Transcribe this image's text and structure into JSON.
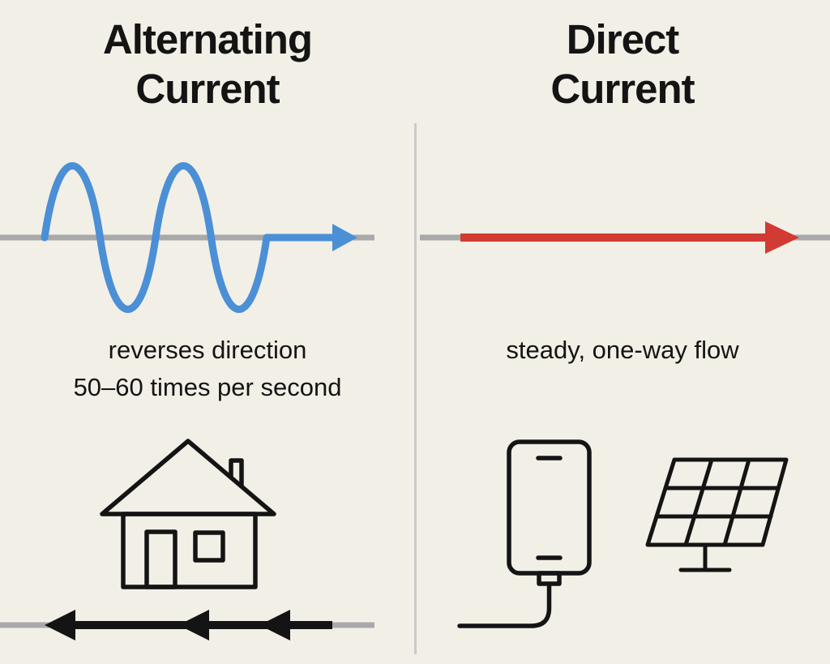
{
  "colors": {
    "background": "#f2efe6",
    "ink": "#141414",
    "baseline_gray": "#a9a9a9",
    "ac_blue": "#4b8fd6",
    "dc_red": "#d23b33",
    "divider": "#cbcbcb"
  },
  "ac_panel": {
    "title_line1": "Alternating",
    "title_line2": "Current",
    "caption_line1": "reverses direction",
    "caption_line2": "50–60 times per second",
    "icons": {
      "waveform": "sine-wave-with-right-arrow",
      "house": "house-outline",
      "reverse_flow": "triple-left-arrow"
    }
  },
  "dc_panel": {
    "title_line1": "Direct",
    "title_line2": "Current",
    "caption": "steady, one-way flow",
    "icons": {
      "flow": "straight-right-arrow",
      "phone": "phone-with-charging-cable",
      "solar": "solar-panel"
    }
  }
}
